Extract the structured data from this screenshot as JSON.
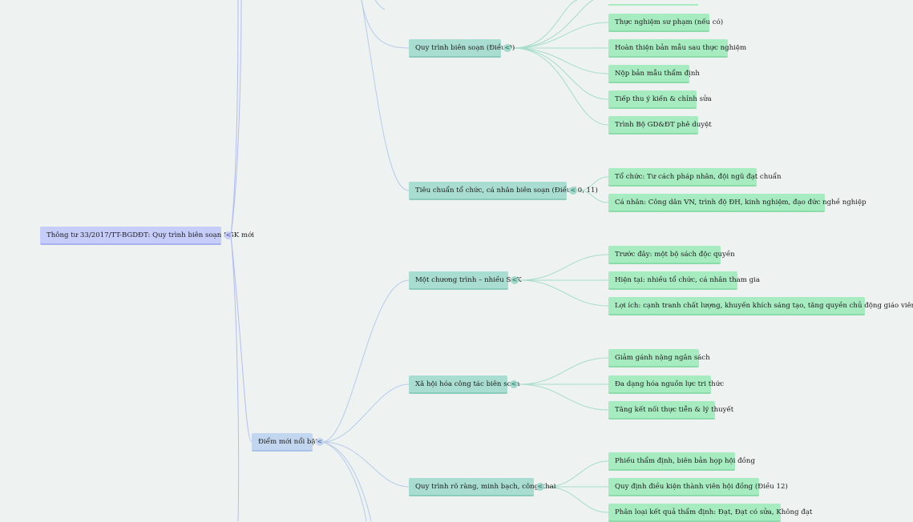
{
  "root": {
    "label": "Thông tư 33/2017/TT-BGDĐT: Quy trình biên soạn SGK mới",
    "toggle": "<"
  },
  "branch_highlights": {
    "label": "Điểm mới nổi bật",
    "toggle": "<"
  },
  "groups": [
    {
      "label": "Quy trình biên soạn (Điều 9)",
      "toggle": "<",
      "items": [
        "Thực nghiệm sư phạm (nếu có)",
        "Hoàn thiện bản mẫu sau thực nghiệm",
        "Nộp bản mẫu thẩm định",
        "Tiếp thu ý kiến & chỉnh sửa",
        "Trình Bộ GD&ĐT phê duyệt"
      ]
    },
    {
      "label": "Tiêu chuẩn tổ chức, cá nhân biên soạn (Điều 10, 11)",
      "toggle": "<",
      "items": [
        "Tổ chức: Tư cách pháp nhân, đội ngũ đạt chuẩn",
        "Cá nhân: Công dân VN, trình độ ĐH, kinh nghiệm, đạo đức nghề nghiệp"
      ]
    },
    {
      "label": "Một chương trình – nhiều SGK",
      "toggle": "<",
      "items": [
        "Trước đây: một bộ sách độc quyền",
        "Hiện tại: nhiều tổ chức, cá nhân tham gia",
        "Lợi ích: cạnh tranh chất lượng, khuyến khích sáng tạo, tăng quyền chủ động giáo viên"
      ]
    },
    {
      "label": "Xã hội hóa công tác biên soạn",
      "toggle": "<",
      "items": [
        "Giảm gánh nặng ngân sách",
        "Đa dạng hóa nguồn lực tri thức",
        "Tăng kết nối thực tiễn & lý thuyết"
      ]
    },
    {
      "label": "Quy trình rõ ràng, minh bạch, công khai",
      "toggle": "<",
      "items": [
        "Phiếu thẩm định, biên bản họp hội đồng",
        "Quy định điều kiện thành viên hội đồng (Điều 12)",
        "Phân loại kết quả thẩm định: Đạt, Đạt có sửa, Không đạt"
      ]
    }
  ],
  "colors": {
    "background": "#eef3f2",
    "root_node": "#c5cdf8",
    "branch_node": "#c3d6ef",
    "group_node": "#a9ddd1",
    "leaf_node": "#a7ecc1",
    "root_link": "#b4bcf2",
    "group_link": "#b8cbe8",
    "leaf_link": "#a6dcc9"
  }
}
